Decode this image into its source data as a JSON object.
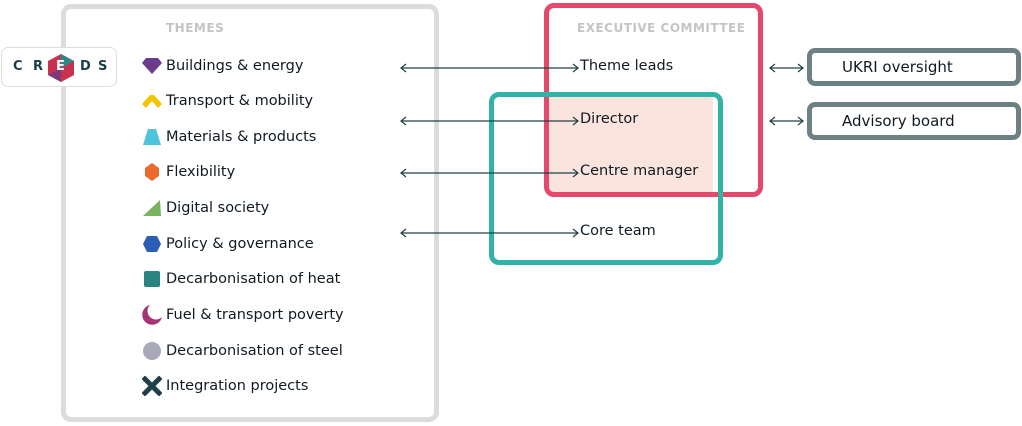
{
  "logo": {
    "letters": [
      "C",
      "R",
      "E",
      "D",
      "S"
    ]
  },
  "themes": {
    "title": "THEMES",
    "items": [
      {
        "label": "Buildings & energy",
        "icon": "purple-gem-icon",
        "color": "#6b3d8c"
      },
      {
        "label": "Transport & mobility",
        "icon": "yellow-chevron-icon",
        "color": "#f5c400"
      },
      {
        "label": "Materials & products",
        "icon": "light-blue-trapezoid-icon",
        "color": "#4fc3de"
      },
      {
        "label": "Flexibility",
        "icon": "orange-hexagon-icon",
        "color": "#ec6a2e"
      },
      {
        "label": "Digital society",
        "icon": "green-triangle-icon",
        "color": "#79b35f"
      },
      {
        "label": "Policy & governance",
        "icon": "blue-hexagon-icon",
        "color": "#2a5db5"
      },
      {
        "label": "Decarbonisation of heat",
        "icon": "teal-square-icon",
        "color": "#2a8582"
      },
      {
        "label": "Fuel & transport poverty",
        "icon": "magenta-crescent-icon",
        "color": "#a43573"
      },
      {
        "label": "Decarbonisation of steel",
        "icon": "grey-circle-icon",
        "color": "#a9a9b9"
      },
      {
        "label": "Integration projects",
        "icon": "dark-cross-icon",
        "color": "#1e4047"
      }
    ]
  },
  "executive": {
    "title": "EXECUTIVE COMMITTEE",
    "color": "#e5486b"
  },
  "core": {
    "color": "#31b3a9"
  },
  "roles": {
    "theme_leads": "Theme leads",
    "director": "Director",
    "centre_manager": "Centre manager",
    "core_team": "Core team"
  },
  "external": {
    "ukri": "UKRI oversight",
    "advisory": "Advisory board",
    "color": "#6d8184"
  }
}
